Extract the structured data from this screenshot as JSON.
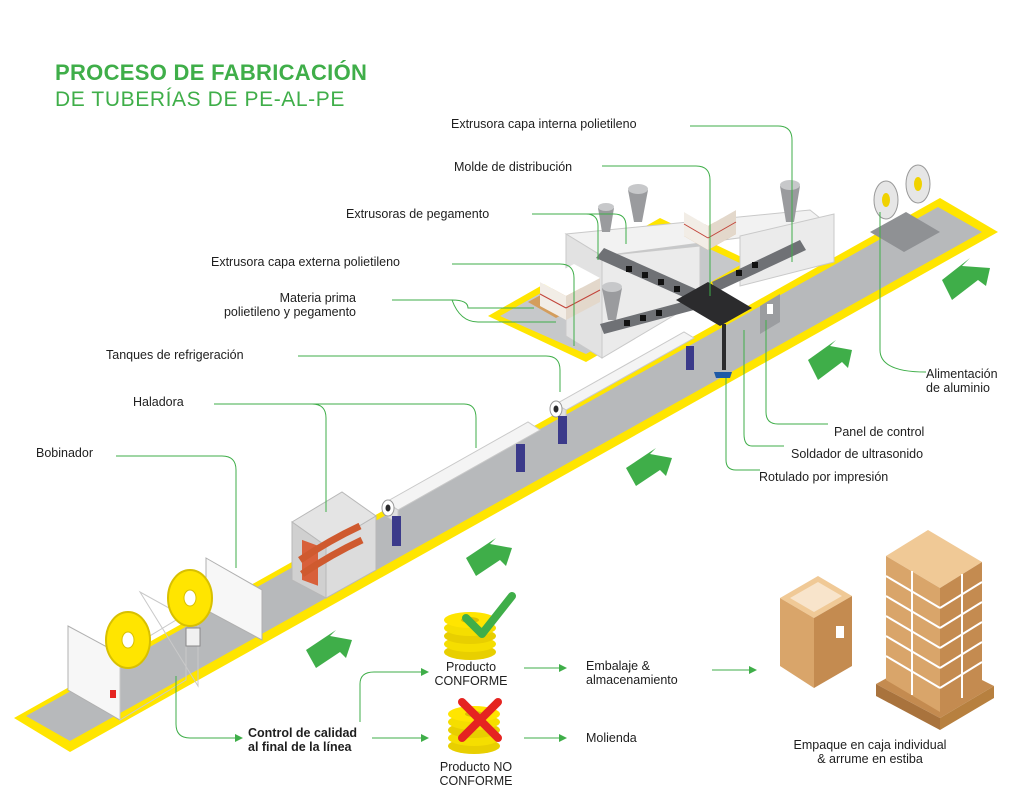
{
  "title": {
    "line1": "PROCESO DE FABRICACIÓN",
    "line2": "DE TUBERÍAS DE PE-AL-PE"
  },
  "colors": {
    "accent_green": "#3fae49",
    "floor_gray": "#b7b9bb",
    "floor_border_yellow": "#ffe500",
    "machine_white": "#efefef",
    "leader_green": "#3fae49",
    "coil_yellow": "#ffe500",
    "check_green": "#3fae49",
    "cross_red": "#e52421",
    "box_brown": "#d9a56a"
  },
  "labels": {
    "inner_extruder": "Extrusora capa interna polietileno",
    "distribution_mold": "Molde de distribución",
    "glue_extruders": "Extrusoras de pegamento",
    "outer_extruder": "Extrusora capa externa polietileno",
    "raw_material_1": "Materia prima",
    "raw_material_2": "polietileno y pegamento",
    "cooling_tanks": "Tanques de refrigeración",
    "puller": "Haladora",
    "winder": "Bobinador",
    "aluminum_feed_1": "Alimentación",
    "aluminum_feed_2": "de aluminio",
    "control_panel": "Panel de control",
    "ultrasonic_welder": "Soldador de ultrasonido",
    "print_labeling": "Rotulado por impresión"
  },
  "flow": {
    "quality_control_1": "Control de calidad",
    "quality_control_2": "al final de la línea",
    "conform_1": "Producto",
    "conform_2": "CONFORME",
    "nonconform_1": "Producto NO",
    "nonconform_2": "CONFORME",
    "packing_1": "Embalaje &",
    "packing_2": "almacenamiento",
    "grinding": "Molienda",
    "packaging_1": "Empaque en caja individual",
    "packaging_2": "& arrume en estiba"
  }
}
